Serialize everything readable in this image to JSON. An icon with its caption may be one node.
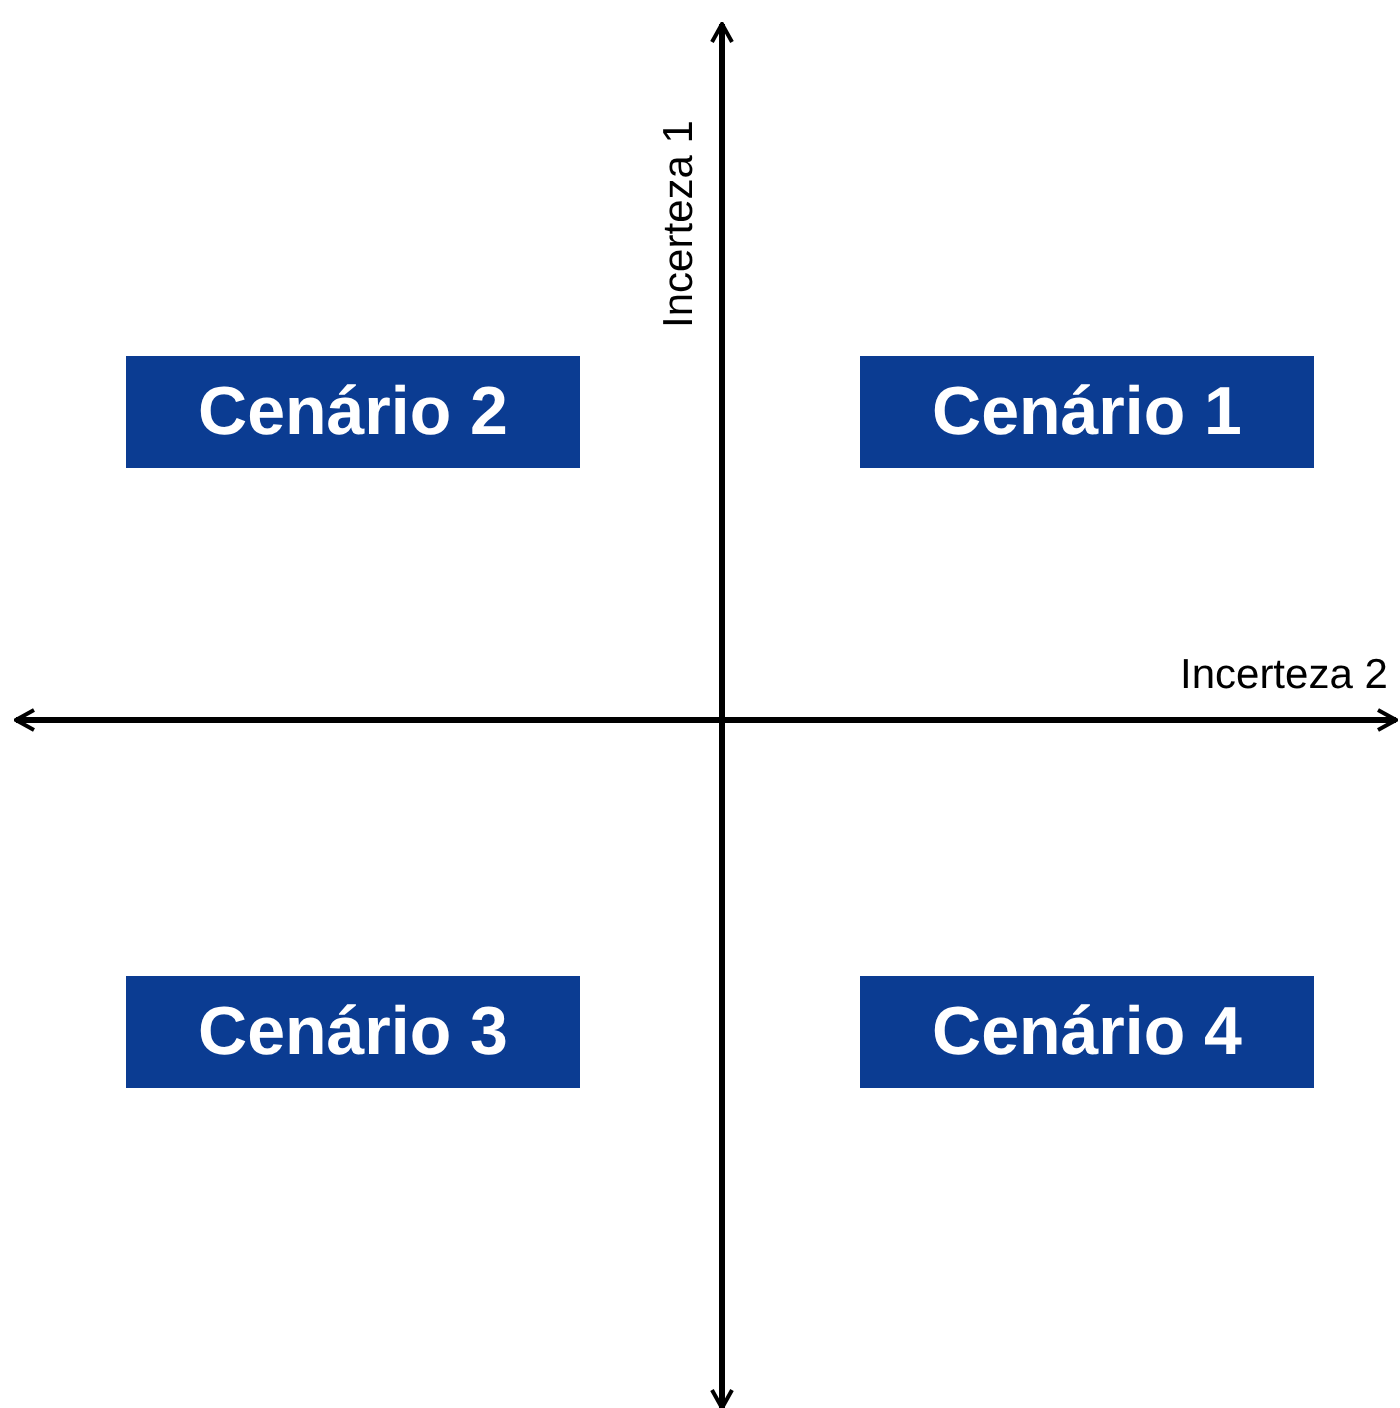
{
  "diagram": {
    "nodes": [
      {
        "text": [
          "Cenário 2"
        ]
      },
      {
        "text": [
          "Cenário 1"
        ]
      },
      {
        "text": [
          "Cenário 3"
        ]
      },
      {
        "text": [
          "Cenário 4"
        ]
      }
    ],
    "labels": [
      "Incerteza 1",
      "Incerteza 2"
    ]
  }
}
